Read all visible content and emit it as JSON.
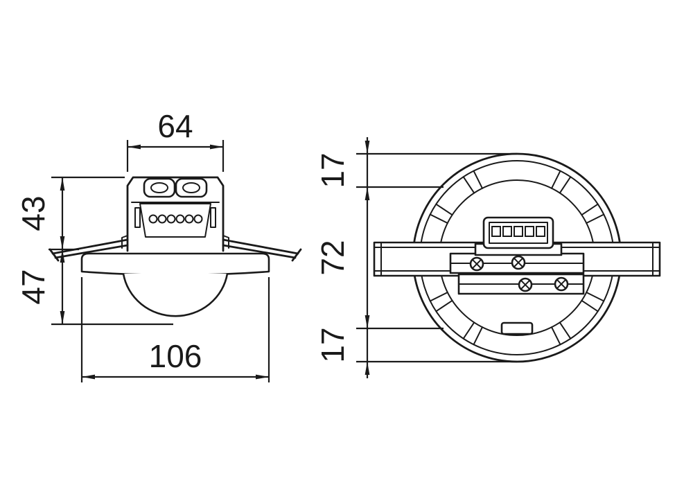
{
  "side_view": {
    "dim_top_width": "64",
    "dim_upper_height": "43",
    "dim_lower_height": "47",
    "dim_cover_width": "106"
  },
  "rear_view": {
    "dim_top": "17",
    "dim_middle": "72",
    "dim_bottom": "17"
  },
  "style": {
    "line_color": "#1a1a1a",
    "background_color": "#ffffff"
  }
}
